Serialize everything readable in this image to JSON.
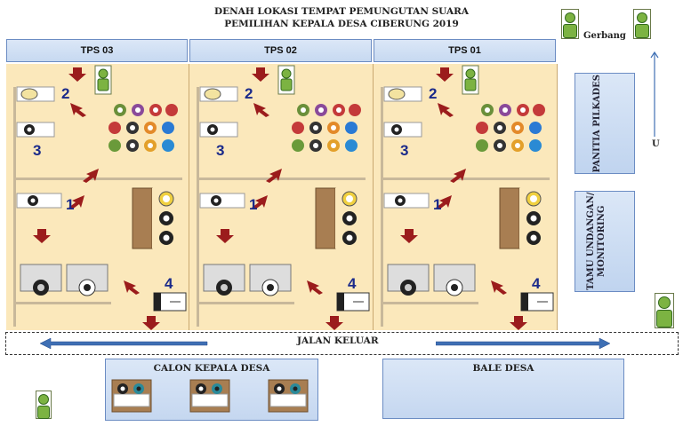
{
  "title": {
    "line1": "DENAH LOKASI TEMPAT PEMUNGUTAN SUARA",
    "line2": "PEMILIHAN KEPALA DESA CIBERUNG 2019"
  },
  "gate": {
    "label": "Gerbang"
  },
  "compass": {
    "label": "U"
  },
  "tps": [
    {
      "label": "TPS 03"
    },
    {
      "label": "TPS 02"
    },
    {
      "label": "TPS 01"
    }
  ],
  "stations": {
    "s1": "1",
    "s2": "2",
    "s3": "3",
    "s4": "4"
  },
  "side_rooms": {
    "panitia": "PANITIA PILKADES",
    "tamu": "TAMU UNDANGAN/ MONITORING"
  },
  "exit": {
    "label": "JALAN KELUAR"
  },
  "bottom": {
    "calon": "CALON KEPALA DESA",
    "bale": "BALE DESA"
  },
  "colors": {
    "floor": "#fbe8bb",
    "panel": "#c7d9f1",
    "arrow": "#9b1c1c",
    "exit_arrow": "#3e6fb4",
    "number": "#1a2a8a"
  }
}
